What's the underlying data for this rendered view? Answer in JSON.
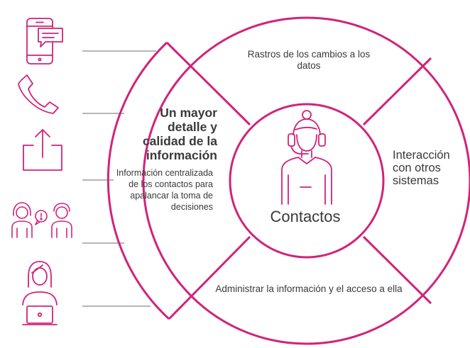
{
  "colors": {
    "accent": "#d1237a",
    "line": "#8a8a8a",
    "text": "#3a3a3a"
  },
  "diagram": {
    "center": "Contactos",
    "top_segment": "Rastros de los cambios a los datos",
    "right_segment": "Interacción con otros sistemas",
    "bottom_segment": "Administrar la información y el acceso a ella",
    "left_segment": {
      "title": "Un mayor detalle y calidad de la información",
      "description": "Información centralizada de los contactos para apalancar la toma de decisiones"
    }
  },
  "icons": [
    "smartphone-chat-icon",
    "phone-icon",
    "upload-icon",
    "people-conversation-icon",
    "woman-laptop-icon",
    "call-center-agent-icon"
  ]
}
